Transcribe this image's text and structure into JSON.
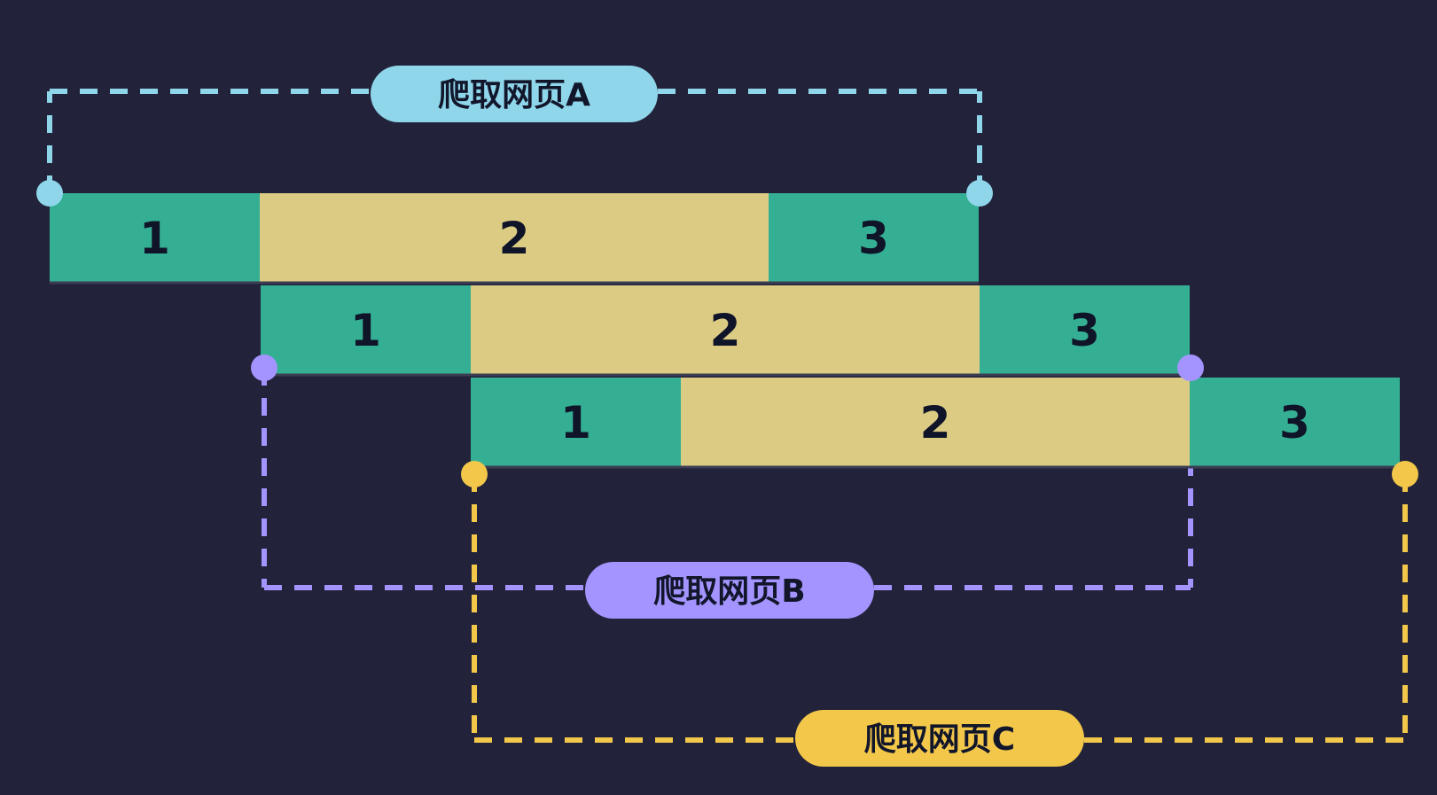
{
  "colors": {
    "background": "#22233a",
    "segment_edge": "#35af94",
    "segment_middle": "#dccc83",
    "label_text": "#12162b",
    "page_a": "#8fd6ea",
    "page_b": "#a394ff",
    "page_c": "#f3c84a"
  },
  "rows": [
    {
      "segments": [
        {
          "label": "1",
          "color": "#35af94"
        },
        {
          "label": "2",
          "color": "#dccc83"
        },
        {
          "label": "3",
          "color": "#35af94"
        }
      ]
    },
    {
      "segments": [
        {
          "label": "1",
          "color": "#35af94"
        },
        {
          "label": "2",
          "color": "#dccc83"
        },
        {
          "label": "3",
          "color": "#35af94"
        }
      ]
    },
    {
      "segments": [
        {
          "label": "1",
          "color": "#35af94"
        },
        {
          "label": "2",
          "color": "#dccc83"
        },
        {
          "label": "3",
          "color": "#35af94"
        }
      ]
    }
  ],
  "brackets": [
    {
      "label": "爬取网页A",
      "color": "#8fd6ea",
      "row": 0
    },
    {
      "label": "爬取网页B",
      "color": "#a394ff",
      "row": 1
    },
    {
      "label": "爬取网页C",
      "color": "#f3c84a",
      "row": 2
    }
  ]
}
